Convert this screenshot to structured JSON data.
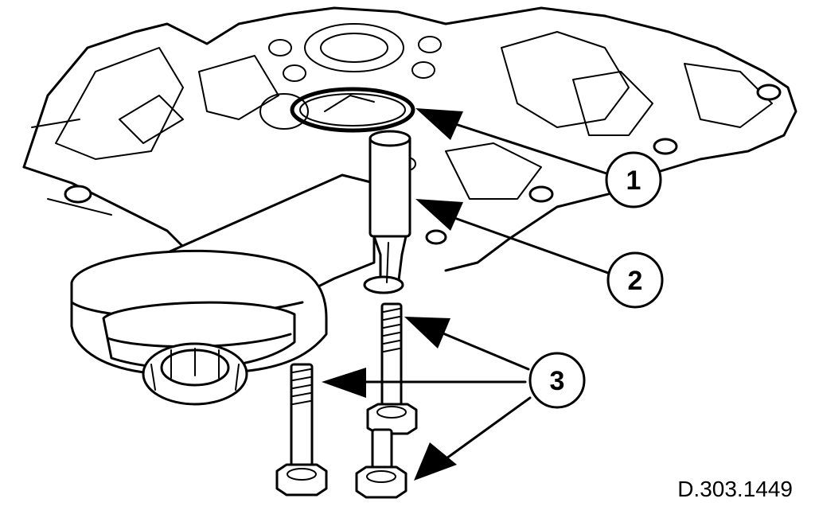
{
  "callouts": [
    {
      "label": "1",
      "part": "seal ring"
    },
    {
      "label": "2",
      "part": "sleeve pin"
    },
    {
      "label": "3",
      "part": "bolts"
    }
  ],
  "figure_code": "D.303.1449"
}
